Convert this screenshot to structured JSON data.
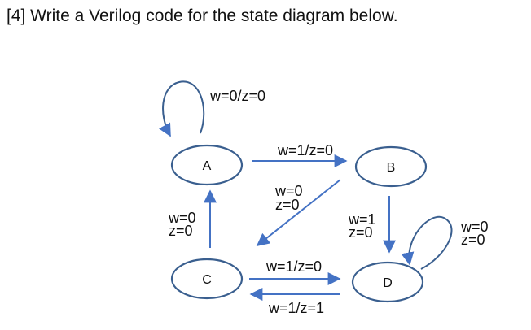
{
  "question": {
    "text": "[4] Write a Verilog code for the state diagram below."
  },
  "colors": {
    "node": "#3a5f8f",
    "edge": "#4472c4"
  },
  "states": {
    "A": "A",
    "B": "B",
    "C": "C",
    "D": "D"
  },
  "transitions": {
    "A_self": "w=0/z=0",
    "A_to_B": "w=1/z=0",
    "B_to_C_line1": "w=0",
    "B_to_C_line2": "z=0",
    "C_to_A_line1": "w=0",
    "C_to_A_line2": "z=0",
    "B_to_D_line1": "w=1",
    "B_to_D_line2": "z=0",
    "D_self_line1": "w=0",
    "D_self_line2": "z=0",
    "C_to_D": "w=1/z=0",
    "D_to_C": "w=1/z=1"
  }
}
